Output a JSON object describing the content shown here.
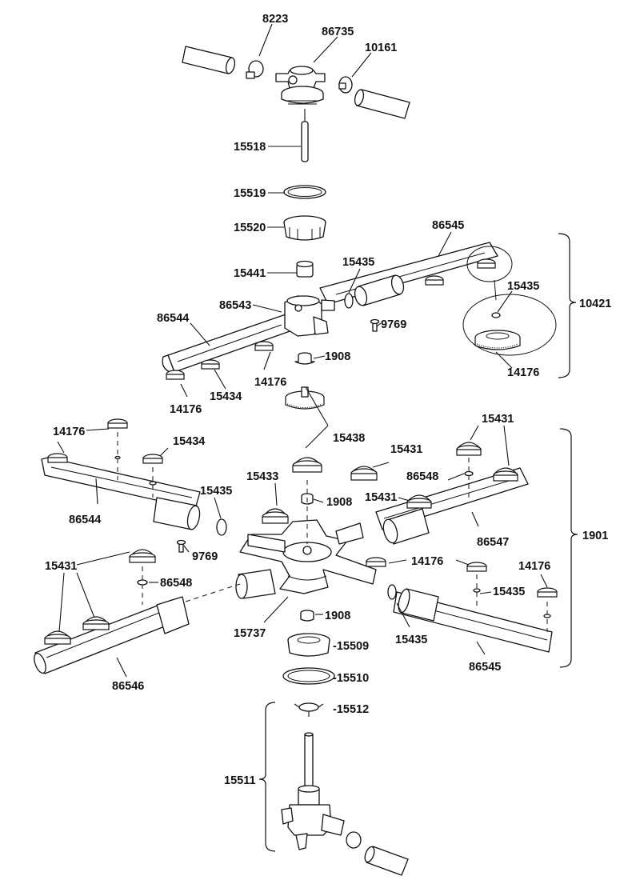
{
  "labels": {
    "p8223": "8223",
    "p86735": "86735",
    "p10161": "10161",
    "p15518": "15518",
    "p15519": "15519",
    "p15520": "15520",
    "p86545_top": "86545",
    "p15441": "15441",
    "p15435_top": "15435",
    "p86543": "86543",
    "p86544_top": "86544",
    "p9769_top": "9769",
    "p15435_inset": "15435",
    "p10421": "10421",
    "p1908_top": "1908",
    "p14176_top_center": "14176",
    "p15434_top": "15434",
    "p14176_top_left": "14176",
    "p14176_inset": "14176",
    "p14176_mid_left": "14176",
    "p15434_mid": "15434",
    "p15438": "15438",
    "p15431_a": "15431",
    "p15431_b": "15431",
    "p86548_right": "86548",
    "p15433": "15433",
    "p15435_mid_left": "15435",
    "p1908_mid": "1908",
    "p15431_c": "15431",
    "p86544_mid": "86544",
    "p86547": "86547",
    "p1901": "1901",
    "p9769_mid": "9769",
    "p14176_mid_center": "14176",
    "p14176_mid_right": "14176",
    "p15431_left": "15431",
    "p86548_left": "86548",
    "p15435_mid_right": "15435",
    "p1908_low": "1908",
    "p15737": "15737",
    "p15435_low": "15435",
    "p15509": "-15509",
    "p86546": "86546",
    "p86545_low": "86545",
    "p15510": "-15510",
    "p15512": "-15512",
    "p15511": "15511"
  }
}
